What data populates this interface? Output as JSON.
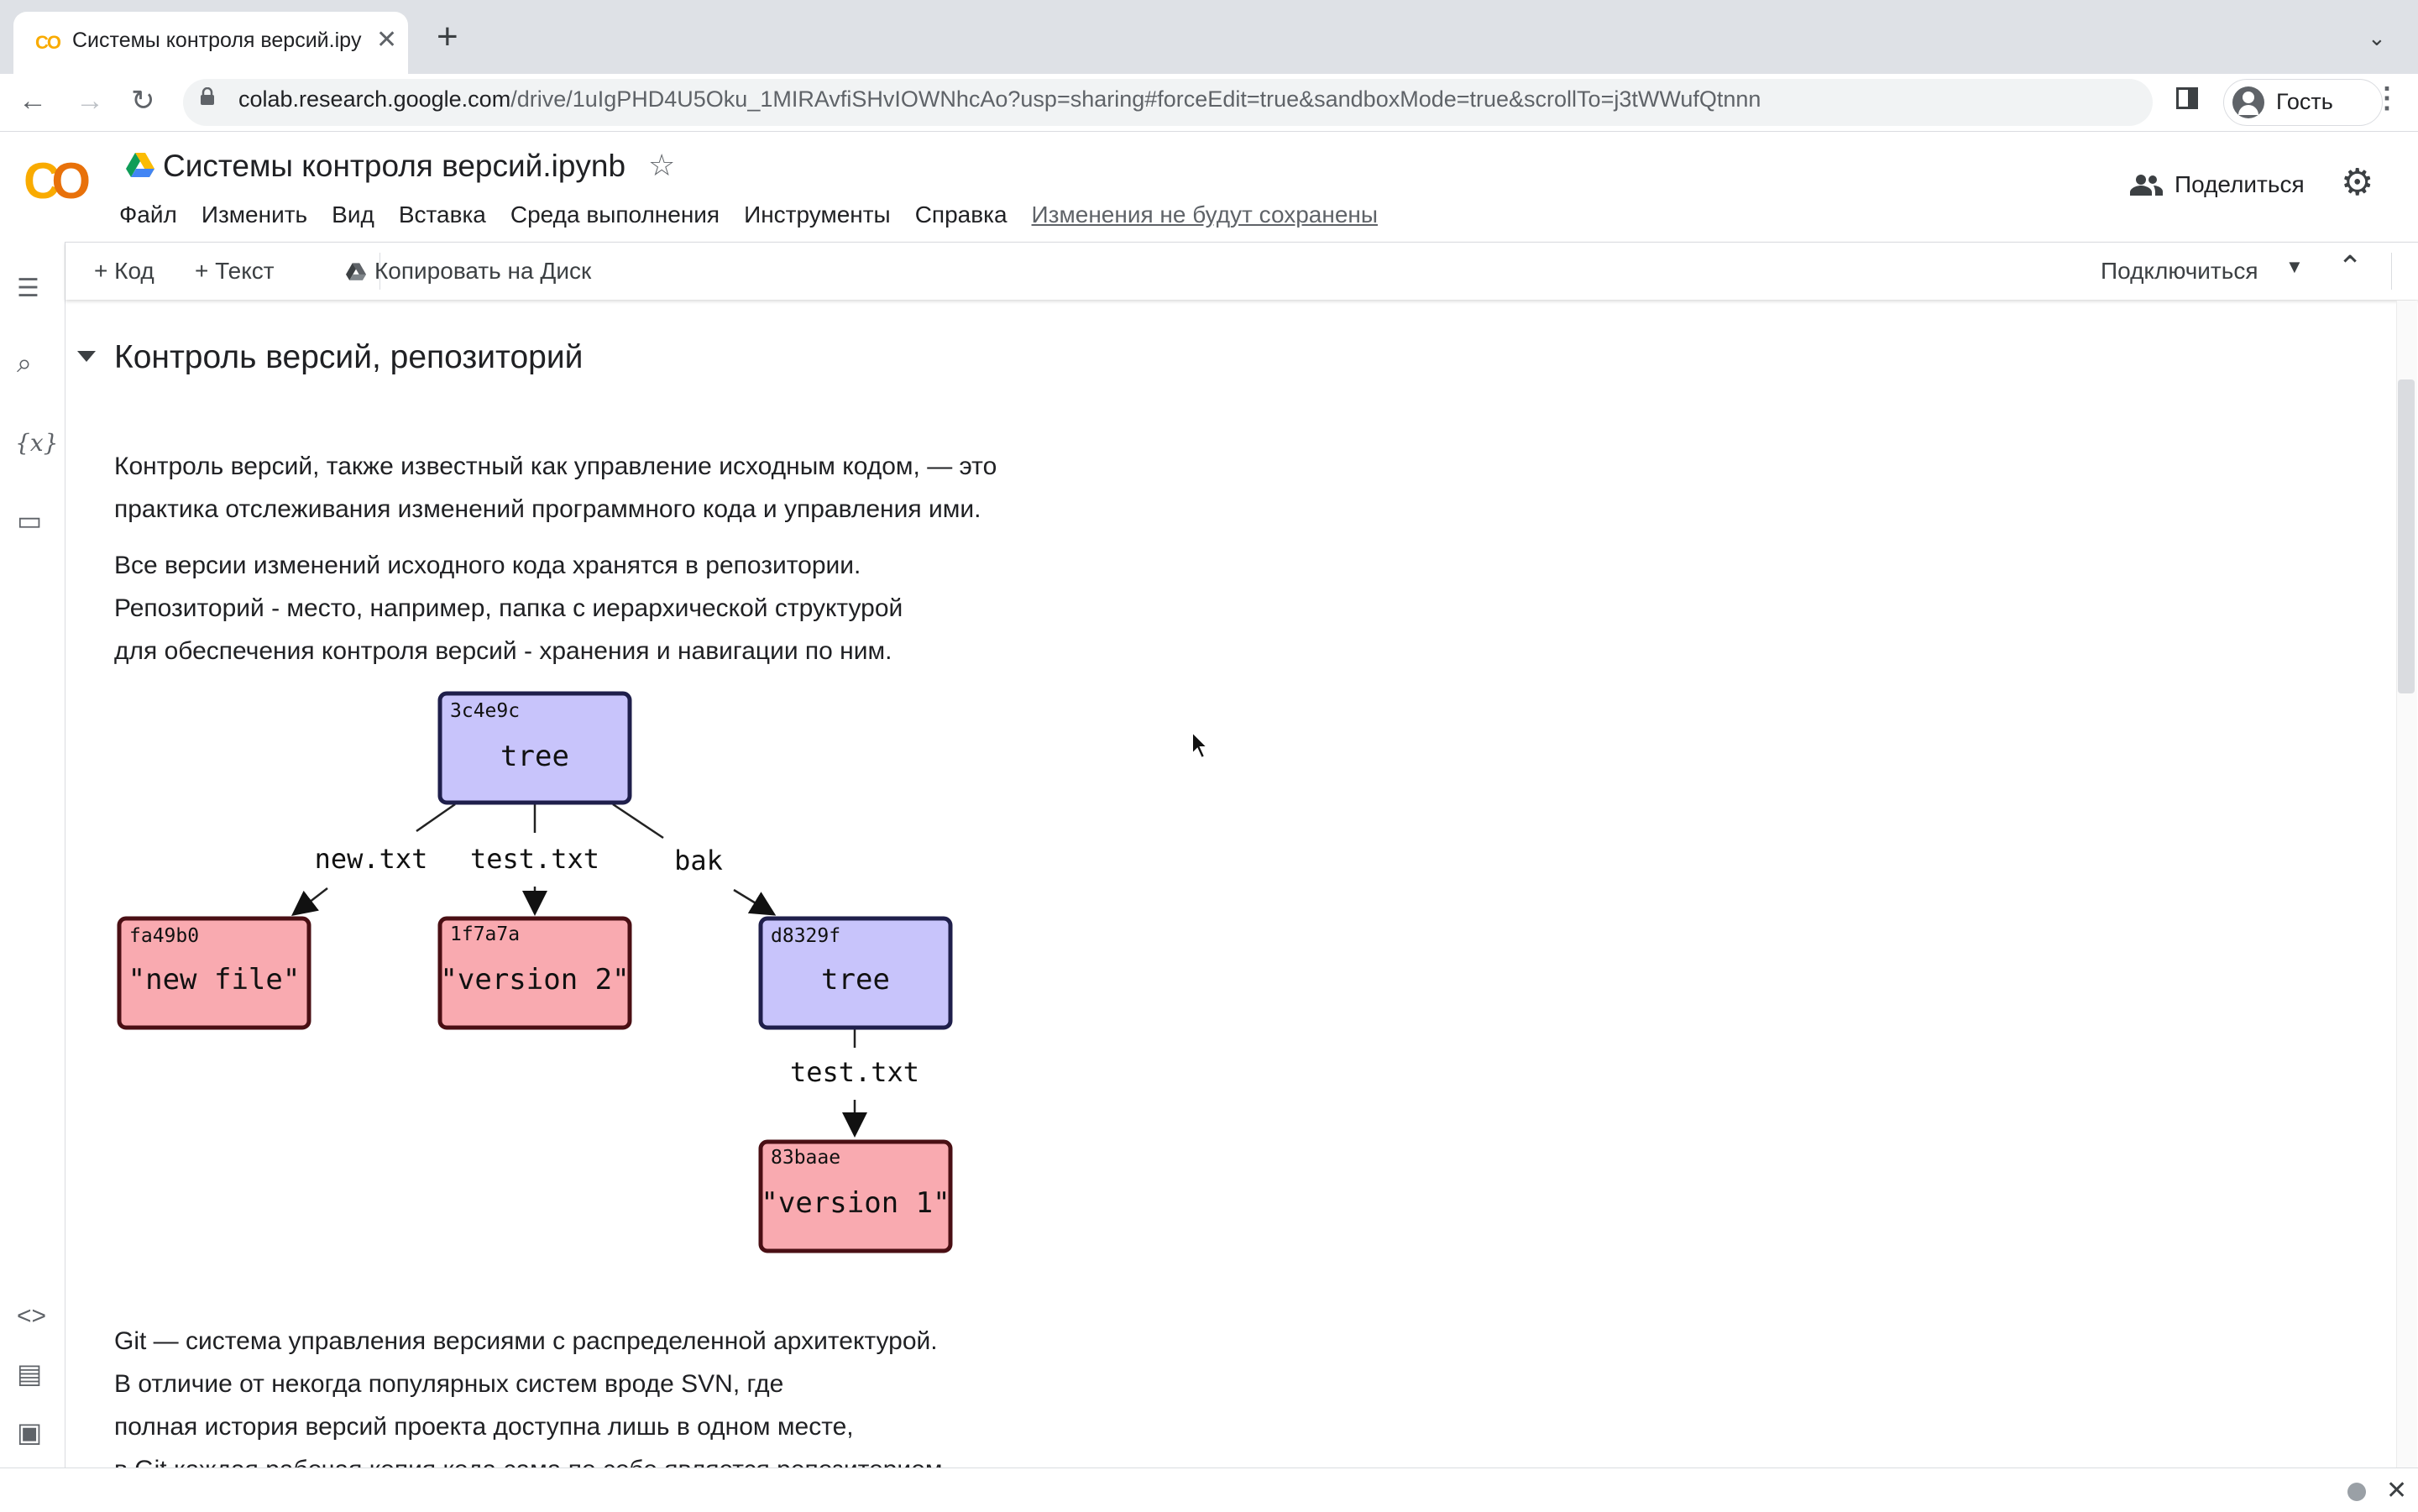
{
  "browser": {
    "tab_title": "Системы контроля версий.ipy",
    "tab_favicon": "CO",
    "url_host": "colab.research.google.com",
    "url_rest": "/drive/1uIgPHD4U5Oku_1MIRAvfiSHvIOWNhcAo?usp=sharing#forceEdit=true&sandboxMode=true&scrollTo=j3tWWufQtnnn",
    "profile_name": "Гость"
  },
  "colab": {
    "logo": "CO",
    "notebook_title": "Системы контроля версий.ipynb",
    "menu": [
      "Файл",
      "Изменить",
      "Вид",
      "Вставка",
      "Среда выполнения",
      "Инструменты",
      "Справка"
    ],
    "unsaved_notice": "Изменения не будут сохранены",
    "share_label": "Поделиться",
    "toolbar": {
      "add_code": "+ Код",
      "add_text": "+ Текст",
      "copy_to_drive": "Копировать на Диск",
      "connect": "Подключиться"
    }
  },
  "content": {
    "heading": "Контроль версий, репозиторий",
    "para1": [
      "Контроль версий, также известный как управление исходным кодом, — это",
      "практика отслеживания изменений программного кода и управления ими."
    ],
    "para2": [
      "Все версии изменений исходного кода хранятся в репозитории.",
      "Репозиторий - место, например, папка с иерархической структурой",
      "для обеспечения контроля версий - хранения и навигации по ним."
    ],
    "para3": [
      "Git — система управления версиями с распределенной архитектурой.",
      "В отличие от некогда популярных систем вроде SVN, где",
      "полная история версий проекта доступна лишь в одном месте,",
      "в Git каждая рабочая копия кода сама по себе является репозиторием."
    ]
  },
  "diagram": {
    "nodes": [
      {
        "id": "root",
        "hash": "3c4e9c",
        "label": "tree",
        "kind": "tree"
      },
      {
        "id": "n1",
        "hash": "fa49b0",
        "label": "\"new file\"",
        "kind": "blob"
      },
      {
        "id": "n2",
        "hash": "1f7a7a",
        "label": "\"version 2\"",
        "kind": "blob"
      },
      {
        "id": "n3",
        "hash": "d8329f",
        "label": "tree",
        "kind": "tree"
      },
      {
        "id": "n4",
        "hash": "83baae",
        "label": "\"version 1\"",
        "kind": "blob"
      }
    ],
    "edges": [
      "new.txt",
      "test.txt",
      "bak",
      "test.txt"
    ],
    "colors": {
      "tree_fill": "#c8c4fb",
      "tree_border": "#1f1f4b",
      "blob_fill": "#f9aab0",
      "blob_border": "#4a0f14"
    }
  }
}
